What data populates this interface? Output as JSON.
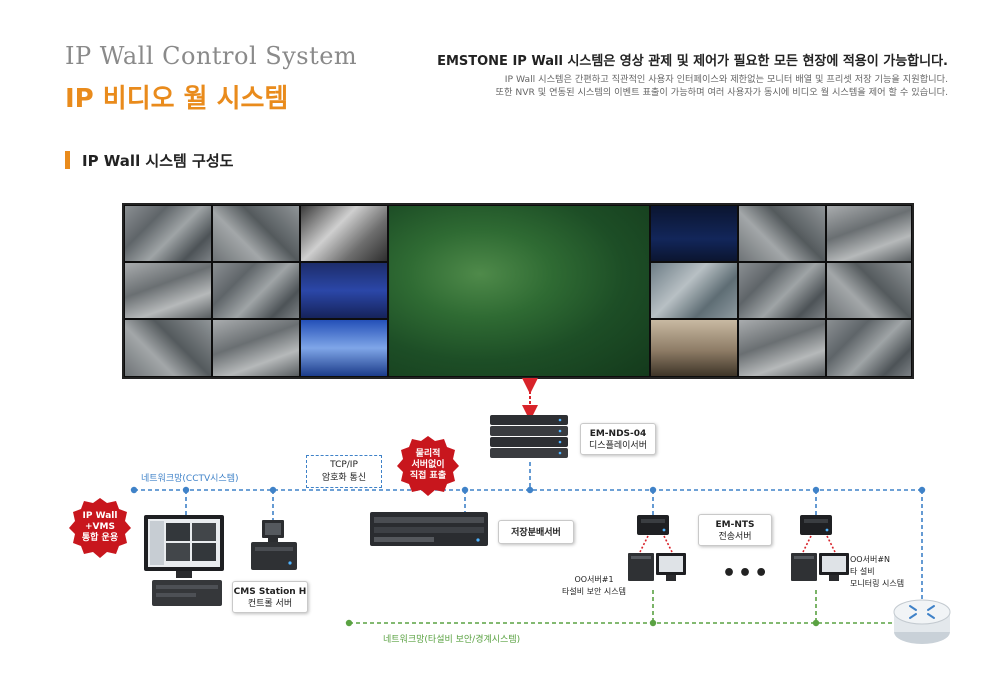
{
  "header": {
    "title_en": "IP Wall Control System",
    "title_ko": "IP 비디오 월 시스템",
    "headline": "EMSTONE IP Wall 시스템은 영상 관제 및 제어가 필요한 모든 현장에 적용이 가능합니다.",
    "desc_line1": "IP Wall 시스템은 간편하고 직관적인 사용자 인터페이스와 제한없는 모니터 배열 및 프리셋 저장 기능을 지원합니다.",
    "desc_line2": "또한 NVR 및 연동된 시스템의 이벤트 표출이 가능하며 여러 사용자가 동시에 비디오 월 시스템을 제어 할 수 있습니다."
  },
  "section": {
    "title": "IP Wall 시스템 구성도"
  },
  "diagram": {
    "display_server": {
      "line1": "EM-NDS-04",
      "line2": "디스플레이서버"
    },
    "storage_server": {
      "label": "저장분배서버"
    },
    "cms_station": {
      "line1": "CMS Station H",
      "line2": "컨트롤 서버"
    },
    "nts_server": {
      "line1": "EM-NTS",
      "line2": "전송서버"
    },
    "server_1": {
      "line1": "OO서버#1",
      "line2": "타설비 보안 시스템"
    },
    "server_n": {
      "line1": "OO서버#N",
      "line2": "타 설비",
      "line3": "모니터링 시스템"
    },
    "tcp_box": {
      "line1": "TCP/IP",
      "line2": "암호화 통신"
    },
    "seal_left": {
      "line1": "IP Wall",
      "line2": "+VMS",
      "line3": "통합 운용"
    },
    "seal_mid": {
      "line1": "물리적",
      "line2": "서버없이",
      "line3": "직접 표출"
    },
    "network_blue": "네트워크망(CCTV시스템)",
    "network_green": "네트워크망(타설비 보안/경계시스템)",
    "ellipsis": "•••"
  },
  "colors": {
    "accent": "#e98b1c",
    "network_blue": "#3f82c8",
    "network_green": "#5aa242",
    "seal_red": "#c8161d",
    "arrow_red": "#d8232a"
  }
}
